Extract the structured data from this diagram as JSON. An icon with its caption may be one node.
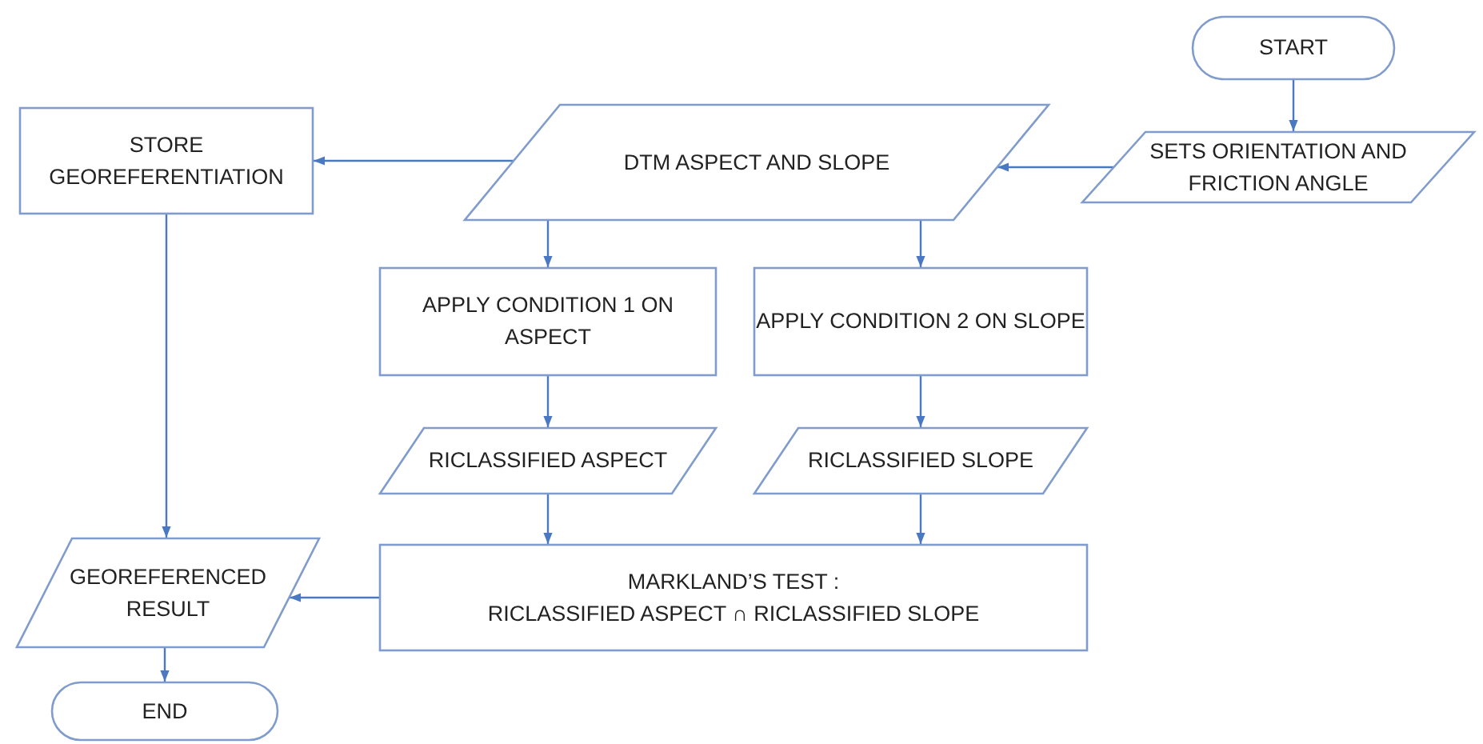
{
  "diagram": {
    "nodes": [
      {
        "text": [
          "START"
        ]
      },
      {
        "text": [
          "SETS ORIENTATION AND FRICTION ANGLE"
        ]
      },
      {
        "text": [
          "STORE GEOREFERENTIATION"
        ]
      },
      {
        "text": [
          "DTM ASPECT AND SLOPE"
        ]
      },
      {
        "text": [
          "APPLY CONDITION 1 ON ASPECT"
        ]
      },
      {
        "text": [
          "APPLY CONDITION 2 ON SLOPE"
        ]
      },
      {
        "text": [
          "RICLASSIFIED ASPECT"
        ]
      },
      {
        "text": [
          "RICLASSIFIED SLOPE"
        ]
      },
      {
        "text": [
          "GEOREFERENCED RESULT"
        ]
      },
      {
        "text": [
          "MARKLAND’S TEST :",
          "RICLASSIFIED ASPECT ∩ RICLASSIFIED SLOPE"
        ]
      },
      {
        "text": [
          "END"
        ]
      }
    ],
    "edges": [
      {
        "from": 0,
        "to": 1,
        "arrow": "to"
      },
      {
        "from": 1,
        "to": 3,
        "arrow": "to"
      },
      {
        "from": 3,
        "to": 2,
        "arrow": "to"
      },
      {
        "from": 3,
        "to": 4,
        "arrow": "to"
      },
      {
        "from": 3,
        "to": 5,
        "arrow": "to"
      },
      {
        "from": 4,
        "to": 6,
        "arrow": "to"
      },
      {
        "from": 5,
        "to": 7,
        "arrow": "to"
      },
      {
        "from": 6,
        "to": 9,
        "arrow": "to"
      },
      {
        "from": 7,
        "to": 9,
        "arrow": "to"
      },
      {
        "from": 2,
        "to": 8,
        "arrow": "to"
      },
      {
        "from": 9,
        "to": 8,
        "arrow": "to"
      },
      {
        "from": 8,
        "to": 10,
        "arrow": "to"
      }
    ]
  }
}
